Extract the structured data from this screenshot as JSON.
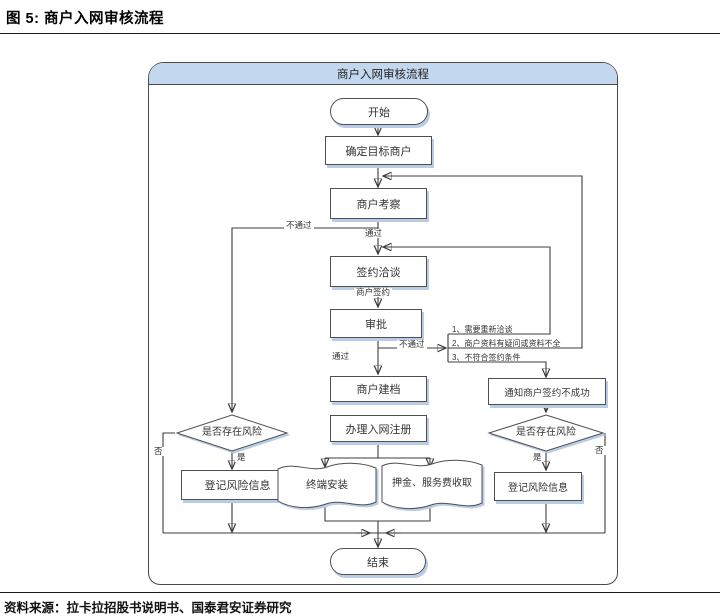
{
  "figure": {
    "title": "图 5: 商户入网审核流程",
    "source": "资料来源：拉卡拉招股书说明书、国泰君安证券研究"
  },
  "flowchart": {
    "header": "商户入网审核流程",
    "nodes": {
      "start": "开始",
      "target": "确定目标商户",
      "inspect": "商户考察",
      "negotiate": "签约洽谈",
      "approve": "审批",
      "archive": "商户建档",
      "register": "办理入网注册",
      "terminal": "终端安装",
      "fee": "押金、服务费收取",
      "risk_left": "是否存在风险",
      "risk_right": "是否存在风险",
      "log_left": "登记风险信息",
      "log_right": "登记风险信息",
      "notify": "通知商户签约不成功",
      "end": "结束"
    },
    "edge_labels": {
      "fail_inspect": "不通过",
      "pass_inspect": "通过",
      "sign": "商户签约",
      "fail_approve": "不通过",
      "pass_approve": "通过",
      "no_left": "否",
      "yes_left": "是",
      "yes_right": "是",
      "no_right": "否"
    },
    "conditions": [
      "1、需要重新洽谈",
      "2、商户资料有疑问或资料不全",
      "3、不符合签约条件"
    ],
    "colors": {
      "header_fill": "#c3d7ee",
      "node_shadow": "#b9cde8",
      "line": "#3c3c3c"
    }
  }
}
